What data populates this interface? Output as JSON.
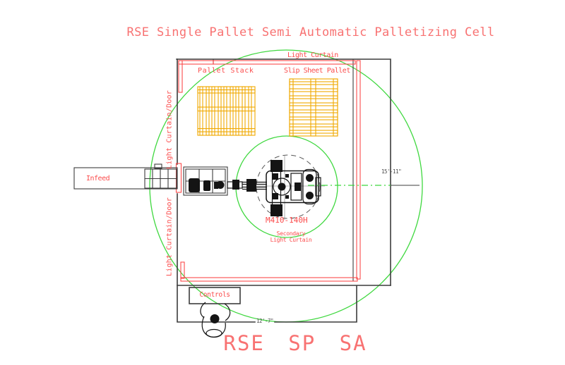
{
  "title": "RSE Single Pallet Semi Automatic Palletizing Cell",
  "footer": {
    "label": "RSE SP SA"
  },
  "labels": {
    "light_curtain_top": "Light Curtain",
    "pallet_stack": "Pallet Stack",
    "slip_sheet_pallet": "Slip Sheet Pallet",
    "light_curtain_door_upper": "Light Curtain/Door",
    "light_curtain_door_lower": "Light Curtain/Door",
    "infeed": "Infeed",
    "robot_model": "M410-140H",
    "secondary_lc_line1": "Secondary",
    "secondary_lc_line2": "Light Curtain",
    "controls": "Controls"
  },
  "dimensions": {
    "vertical": "15'-11\"",
    "horizontal": "12'-7\""
  },
  "colors": {
    "title_red": "#f87272",
    "annotation_red": "#fb4b4b",
    "pallet_yellow": "#f0a800",
    "zone_green": "#3fd83f",
    "wall_gray": "#3c3c3c",
    "dim_text_gray": "#4a4a4a",
    "machine_black": "#141414"
  }
}
